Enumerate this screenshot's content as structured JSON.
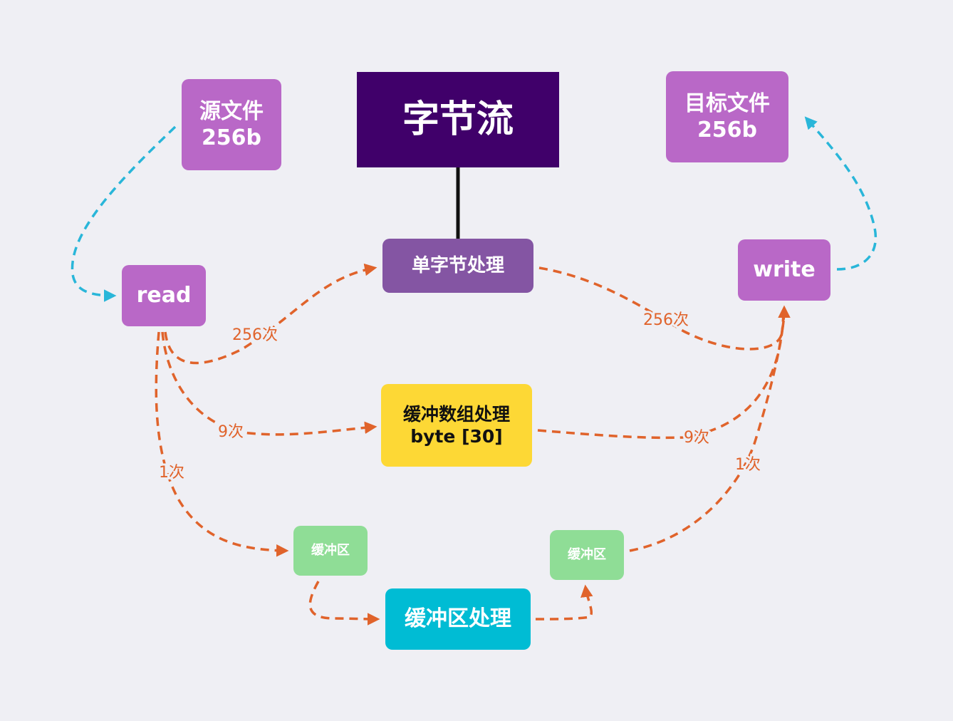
{
  "title": "字节流",
  "colors": {
    "background": "#efeff4",
    "title_bg": "#40006a",
    "file_node": "#b968c7",
    "single_node": "#8455a3",
    "array_node": "#fdd835",
    "buffer_small": "#8fdd96",
    "buffer_process": "#00bcd4",
    "edge_orange": "#e0632b",
    "edge_blue": "#29b6d9"
  },
  "nodes": {
    "source": {
      "line1": "源文件",
      "line2": "256b"
    },
    "target": {
      "line1": "目标文件",
      "line2": "256b"
    },
    "read": {
      "label": "read"
    },
    "write": {
      "label": "write"
    },
    "single": {
      "label": "单字节处理"
    },
    "array": {
      "line1": "缓冲数组处理",
      "line2": "byte [30]"
    },
    "buffer_in": {
      "label": "缓冲区"
    },
    "buffer_out": {
      "label": "缓冲区"
    },
    "buffer_process": {
      "label": "缓冲区处理"
    }
  },
  "edge_labels": {
    "read_single": "256次",
    "single_write": "256次",
    "read_array": "9次",
    "array_write": "9次",
    "read_buffer": "1次",
    "buffer_write": "1次"
  }
}
